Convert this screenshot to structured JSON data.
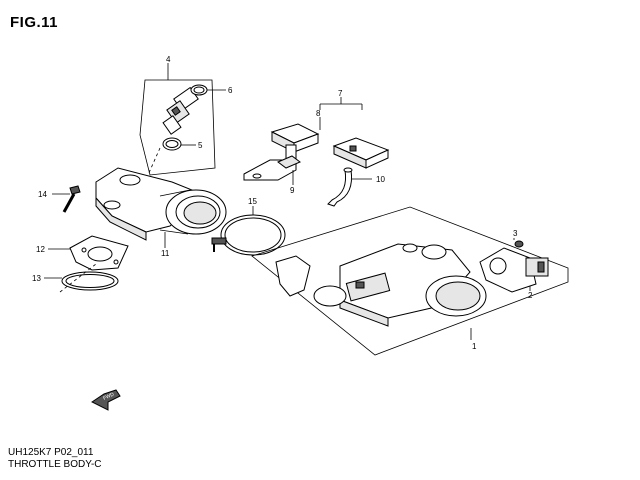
{
  "figure": {
    "title": "FIG.11",
    "diagram_code": "UH125K7 P02_011",
    "diagram_name": "THROTTLE BODY-C",
    "fwd_label": "FWD"
  },
  "callouts": [
    "1",
    "2",
    "3",
    "4",
    "5",
    "6",
    "7",
    "8",
    "9",
    "10",
    "11",
    "12",
    "13",
    "14",
    "15"
  ]
}
